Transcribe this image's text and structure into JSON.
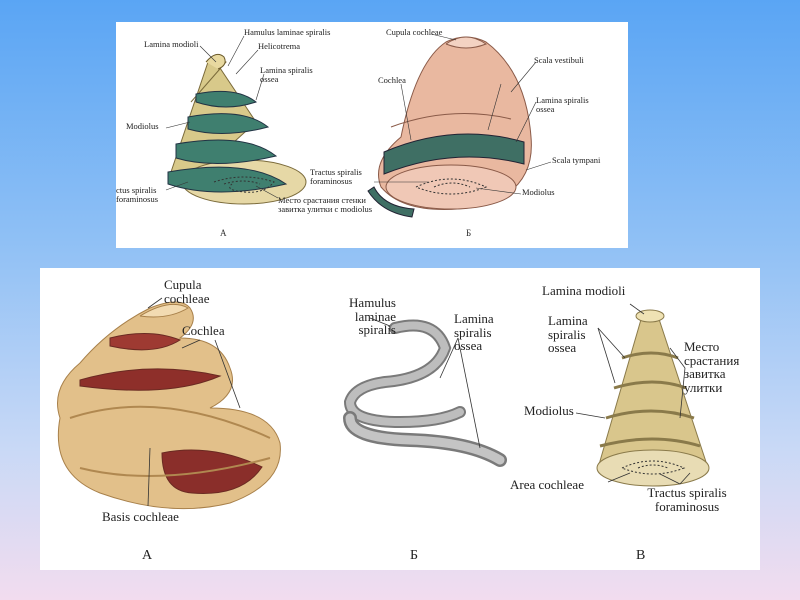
{
  "top_figure": {
    "letters": {
      "a": "A",
      "b": "Б"
    },
    "labels": {
      "lamina_modioli": "Lamina modioli",
      "hamulus": "Hamulus laminae spiralis",
      "helicotrema": "Helicotrema",
      "lamina_spiralis_ossea": "Lamina spiralis ossea",
      "modiolus": "Modiolus",
      "tractus": "ctus spiralis foraminosus",
      "mesto": "Место срастания стенки завитка улитки с modiolus",
      "cupula": "Cupula cochleae",
      "cochlea": "Cochlea",
      "scala_vestibuli": "Scala vestibuli",
      "lamina_spiralis_ossea_b": "Lamina spiralis ossea",
      "tractus_b": "Tractus spiralis foraminosus",
      "scala_tympani": "Scala tympani",
      "modiolus_b": "Modiolus"
    }
  },
  "bottom_figure": {
    "letters": {
      "a": "А",
      "b": "Б",
      "v": "В"
    },
    "labels": {
      "cupula": "Cupula cochleae",
      "cochlea": "Cochlea",
      "basis": "Basis cochleae",
      "hamulus": "Hamulus laminae spiralis",
      "lamina_spiralis_ossea": "Lamina spiralis ossea",
      "lamina_modioli": "Lamina modioli",
      "lamina_spiralis_ossea_v": "Lamina spiralis ossea",
      "mesto": "Место срастания завитка улитки",
      "modiolus": "Modiolus",
      "area": "Area cochleae",
      "tractus": "Tractus spiralis foraminosus"
    }
  }
}
